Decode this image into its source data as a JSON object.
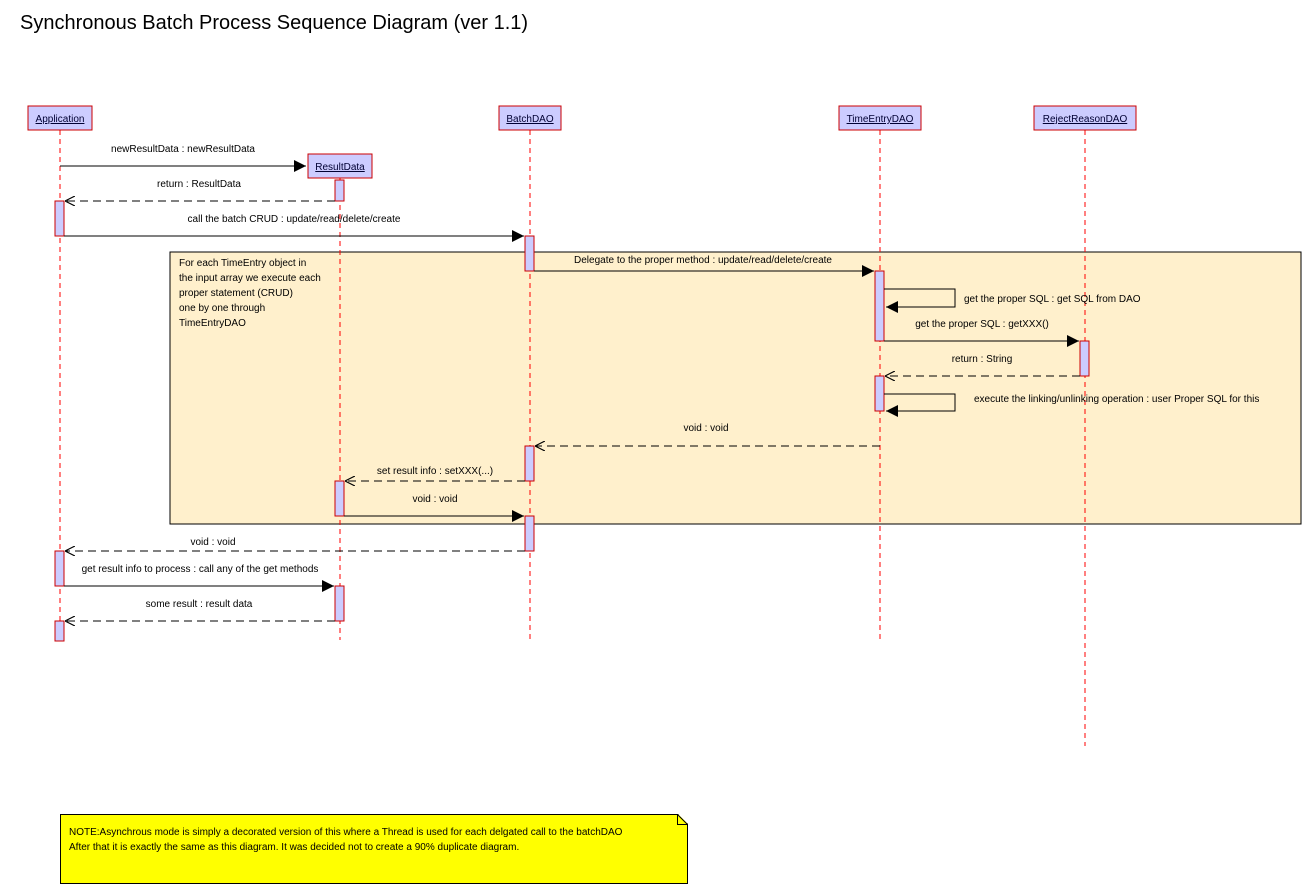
{
  "title": "Synchronous Batch Process Sequence Diagram (ver 1.1)",
  "colors": {
    "object_fill": "#ccccff",
    "object_border": "#cc0000",
    "lifeline": "#ff0000",
    "frame_fill": "#fff0cc",
    "note_fill": "#ffff00"
  },
  "objects": [
    {
      "id": "application",
      "label": "Application"
    },
    {
      "id": "resultdata",
      "label": "ResultData"
    },
    {
      "id": "batchdao",
      "label": "BatchDAO"
    },
    {
      "id": "timeentrydao",
      "label": "TimeEntryDAO"
    },
    {
      "id": "rejectreasondao",
      "label": "RejectReasonDAO"
    }
  ],
  "frame": {
    "note": "For each TimeEntry object in\nthe input array we execute each\nproper statement (CRUD)\none by one through\nTimeEntryDAO"
  },
  "messages": [
    {
      "from": "application",
      "to": "resultdata",
      "kind": "create",
      "label": "newResultData : newResultData"
    },
    {
      "from": "resultdata",
      "to": "application",
      "kind": "return",
      "label": "return : ResultData"
    },
    {
      "from": "application",
      "to": "batchdao",
      "kind": "sync",
      "label": "call the batch CRUD : update/read/delete/create"
    },
    {
      "from": "batchdao",
      "to": "timeentrydao",
      "kind": "sync",
      "label": "Delegate to the proper method : update/read/delete/create"
    },
    {
      "from": "timeentrydao",
      "to": "timeentrydao",
      "kind": "self",
      "label": "get the proper SQL : get SQL from DAO"
    },
    {
      "from": "timeentrydao",
      "to": "rejectreasondao",
      "kind": "sync",
      "label": "get the proper SQL : getXXX()"
    },
    {
      "from": "rejectreasondao",
      "to": "timeentrydao",
      "kind": "return",
      "label": "return : String"
    },
    {
      "from": "timeentrydao",
      "to": "timeentrydao",
      "kind": "self",
      "label": "execute the linking/unlinking operation : user Proper SQL  for this"
    },
    {
      "from": "timeentrydao",
      "to": "batchdao",
      "kind": "return",
      "label": "void : void"
    },
    {
      "from": "batchdao",
      "to": "resultdata",
      "kind": "return",
      "label": "set result info : setXXX(...)"
    },
    {
      "from": "resultdata",
      "to": "batchdao",
      "kind": "sync",
      "label": "void : void"
    },
    {
      "from": "batchdao",
      "to": "application",
      "kind": "return",
      "label": "void : void"
    },
    {
      "from": "application",
      "to": "resultdata",
      "kind": "sync",
      "label": "get result info to process : call any of the get methods"
    },
    {
      "from": "resultdata",
      "to": "application",
      "kind": "return",
      "label": "some result : result data"
    }
  ],
  "note": {
    "line1": "NOTE:Asynchrous mode is simply a decorated version of this where a Thread is used for each delgated call to the batchDAO",
    "line2": "After that it is exactly the same as this diagram. It was decided not to create a 90% duplicate diagram."
  }
}
